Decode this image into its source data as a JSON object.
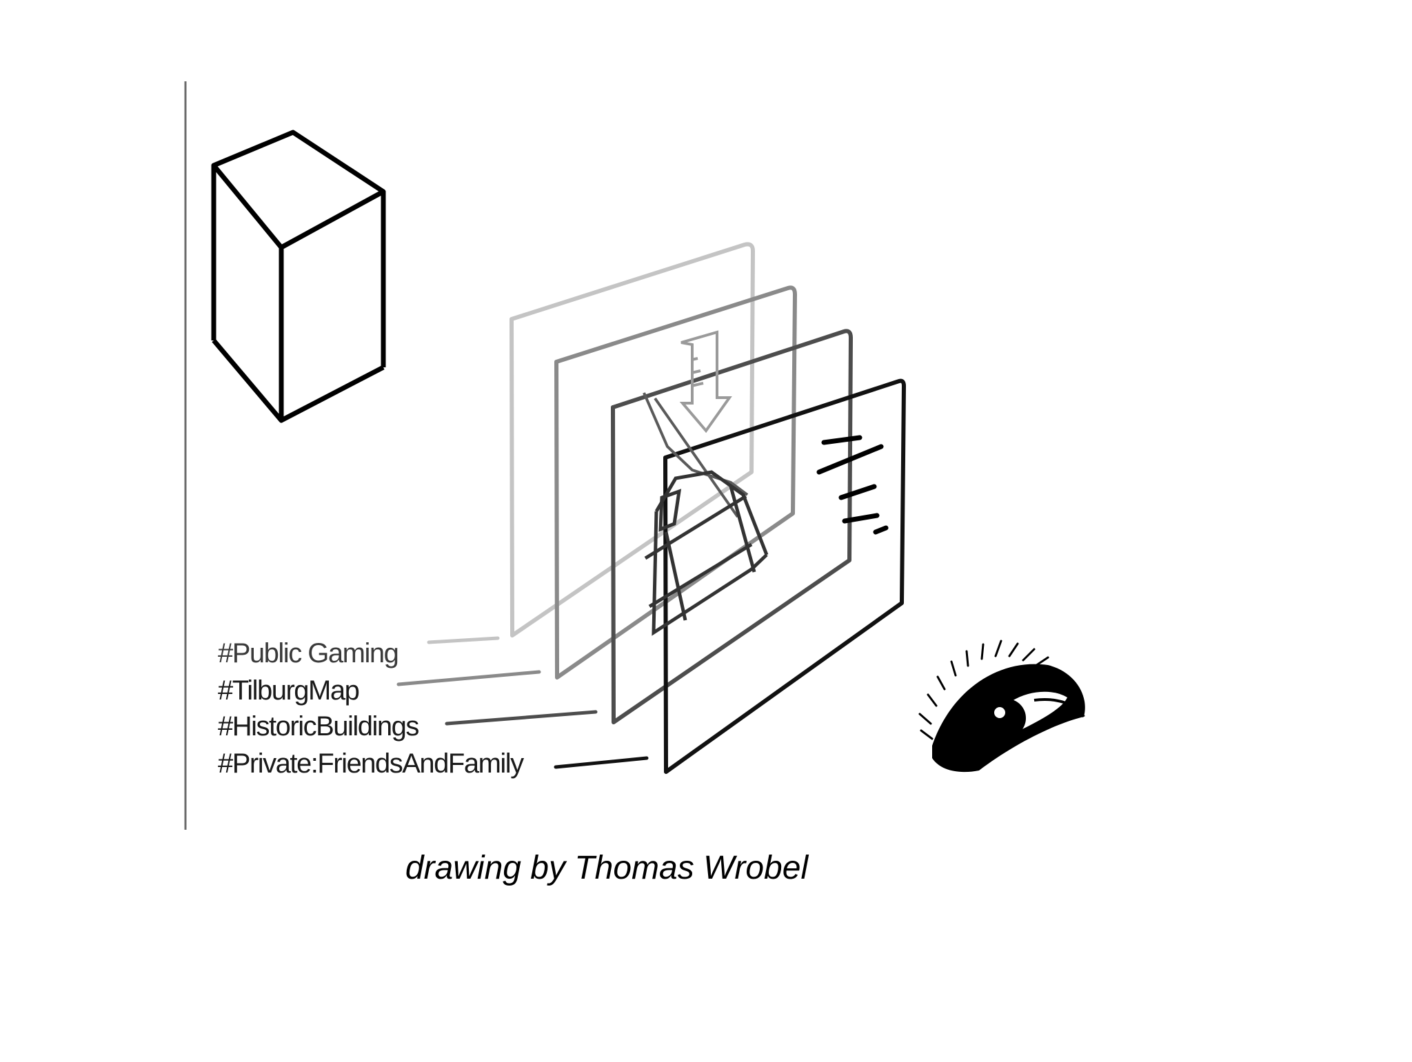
{
  "layers": [
    {
      "label": "#Public Gaming",
      "stroke": "#c4c4c4"
    },
    {
      "label": "#TilburgMap",
      "stroke": "#8a8a8a"
    },
    {
      "label": "#HistoricBuildings",
      "stroke": "#4d4d4d"
    },
    {
      "label": "#Private:FriendsAndFamily",
      "stroke": "#111111"
    }
  ],
  "caption": "drawing by Thomas Wrobel",
  "icons": [
    "building-box-icon",
    "eye-icon"
  ],
  "colors": {
    "background": "#ffffff",
    "ink": "#000000"
  }
}
